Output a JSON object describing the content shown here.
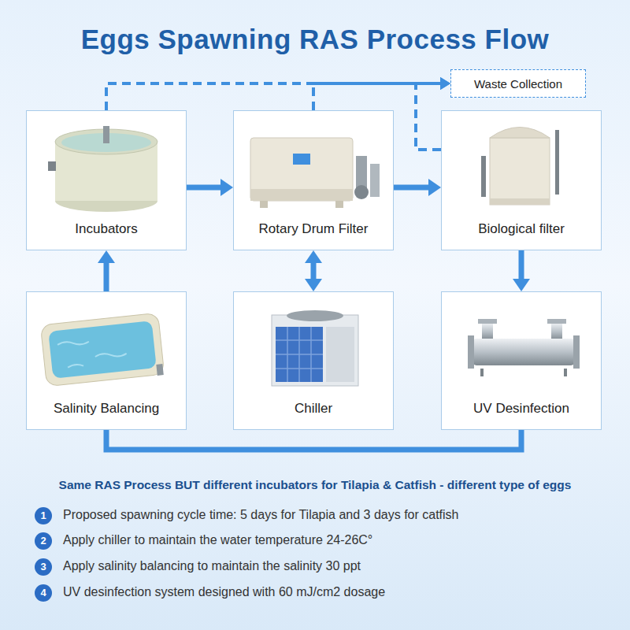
{
  "diagram": {
    "title": "Eggs Spawning RAS Process Flow",
    "caption": "Same RAS Process BUT different incubators for Tilapia & Catfish - different type of eggs",
    "nodes": [
      {
        "text": [
          "Waste Collection"
        ]
      },
      {
        "text": [
          "Incubators"
        ]
      },
      {
        "text": [
          "Rotary Drum Filter"
        ]
      },
      {
        "text": [
          "Biological filter"
        ]
      },
      {
        "text": [
          "Salinity Balancing"
        ]
      },
      {
        "text": [
          "Chiller"
        ]
      },
      {
        "text": [
          "UV Desinfection"
        ]
      }
    ],
    "edges": [
      {
        "from": 1,
        "to": 2,
        "arrow": "to"
      },
      {
        "from": 2,
        "to": 3,
        "arrow": "to"
      },
      {
        "from": 2,
        "to": 5,
        "arrow": "both"
      },
      {
        "from": 3,
        "to": 6,
        "arrow": "to"
      },
      {
        "from": 6,
        "to": 4,
        "arrow": "none"
      },
      {
        "from": 4,
        "to": 1,
        "arrow": "to"
      },
      {
        "from": 1,
        "to": 0,
        "arrow": "to"
      },
      {
        "from": 2,
        "to": 0,
        "arrow": "to"
      },
      {
        "from": 3,
        "to": 0,
        "arrow": "to"
      }
    ],
    "labels": [
      "1",
      "Proposed spawning cycle time: 5 days for Tilapia and 3 days for catfish",
      "2",
      "Apply chiller to maintain the water temperature 24-26C°",
      "3",
      "Apply salinity balancing to maintain the salinity 30 ppt",
      "4",
      "UV desinfection system designed with 60 mJ/cm2 dosage"
    ]
  }
}
